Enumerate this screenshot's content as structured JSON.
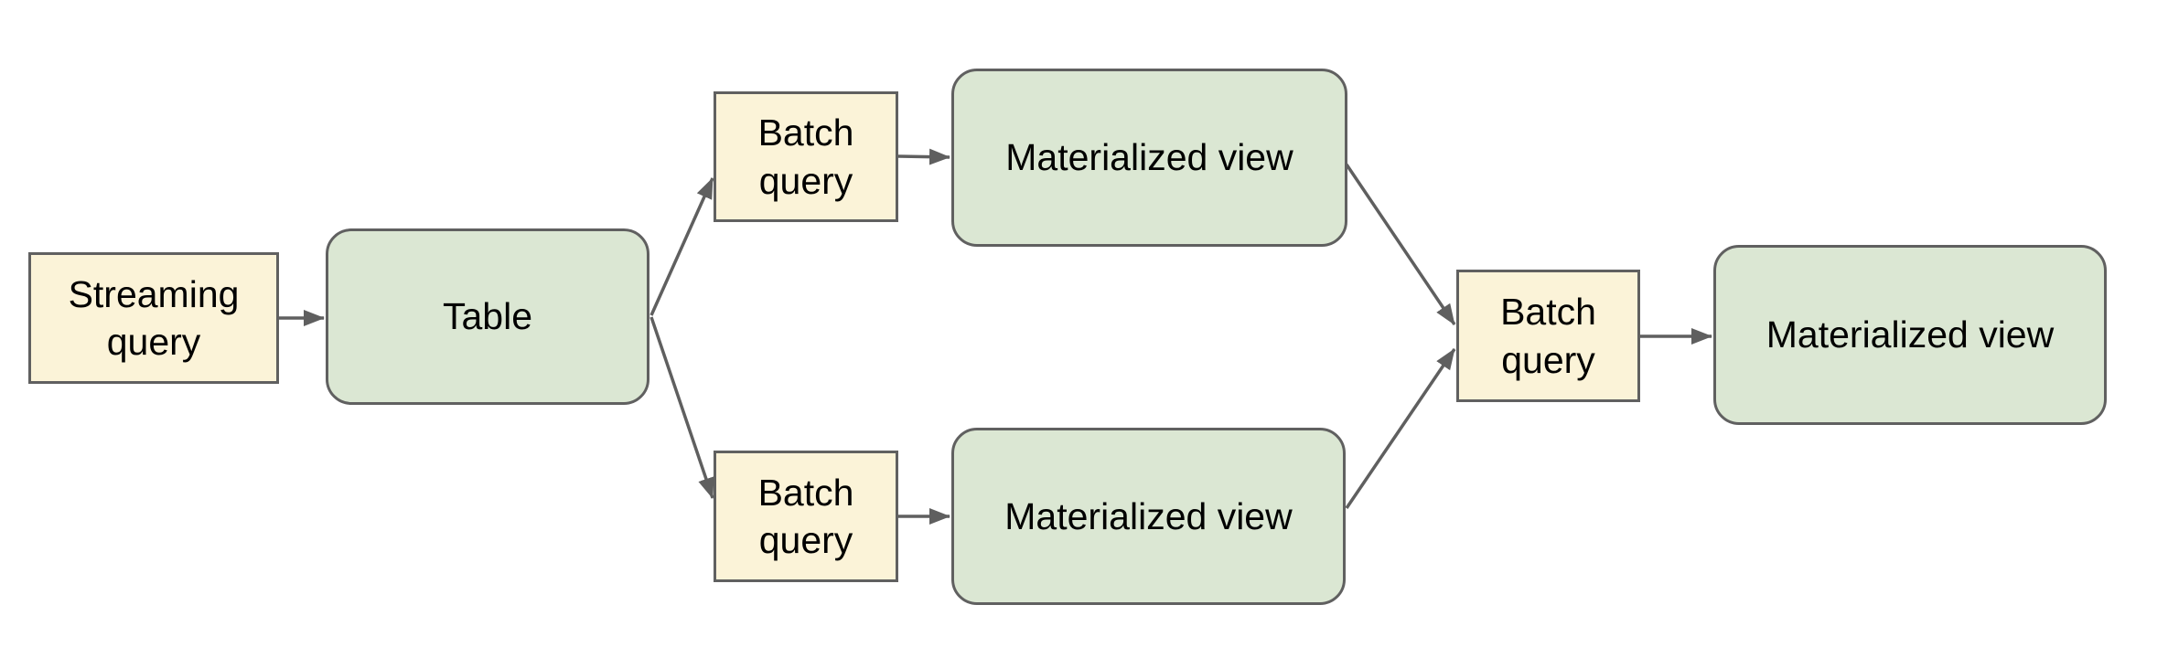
{
  "diagram": {
    "type": "flow-diagram",
    "background_color": "#ffffff",
    "colors": {
      "query_box_fill": "#FBF3D8",
      "store_box_fill": "#DBE7D3",
      "box_border": "#606060",
      "arrow": "#5F5F5F",
      "text": "#000000"
    },
    "nodes": {
      "streaming_query": {
        "label": "Streaming query",
        "shape": "rectangle",
        "fill": "#FBF3D8"
      },
      "table": {
        "label": "Table",
        "shape": "rounded-rectangle",
        "fill": "#DBE7D3"
      },
      "batch_query_top": {
        "label": "Batch query",
        "shape": "rectangle",
        "fill": "#FBF3D8"
      },
      "materialized_view_top": {
        "label": "Materialized view",
        "shape": "rounded-rectangle",
        "fill": "#DBE7D3"
      },
      "batch_query_bottom": {
        "label": "Batch query",
        "shape": "rectangle",
        "fill": "#FBF3D8"
      },
      "materialized_view_bottom": {
        "label": "Materialized view",
        "shape": "rounded-rectangle",
        "fill": "#DBE7D3"
      },
      "batch_query_right": {
        "label": "Batch query",
        "shape": "rectangle",
        "fill": "#FBF3D8"
      },
      "materialized_view_right": {
        "label": "Materialized view",
        "shape": "rounded-rectangle",
        "fill": "#DBE7D3"
      }
    },
    "edges": [
      {
        "from": "streaming_query",
        "to": "table"
      },
      {
        "from": "table",
        "to": "batch_query_top"
      },
      {
        "from": "table",
        "to": "batch_query_bottom"
      },
      {
        "from": "batch_query_top",
        "to": "materialized_view_top"
      },
      {
        "from": "batch_query_bottom",
        "to": "materialized_view_bottom"
      },
      {
        "from": "materialized_view_top",
        "to": "batch_query_right"
      },
      {
        "from": "materialized_view_bottom",
        "to": "batch_query_right"
      },
      {
        "from": "batch_query_right",
        "to": "materialized_view_right"
      }
    ]
  }
}
